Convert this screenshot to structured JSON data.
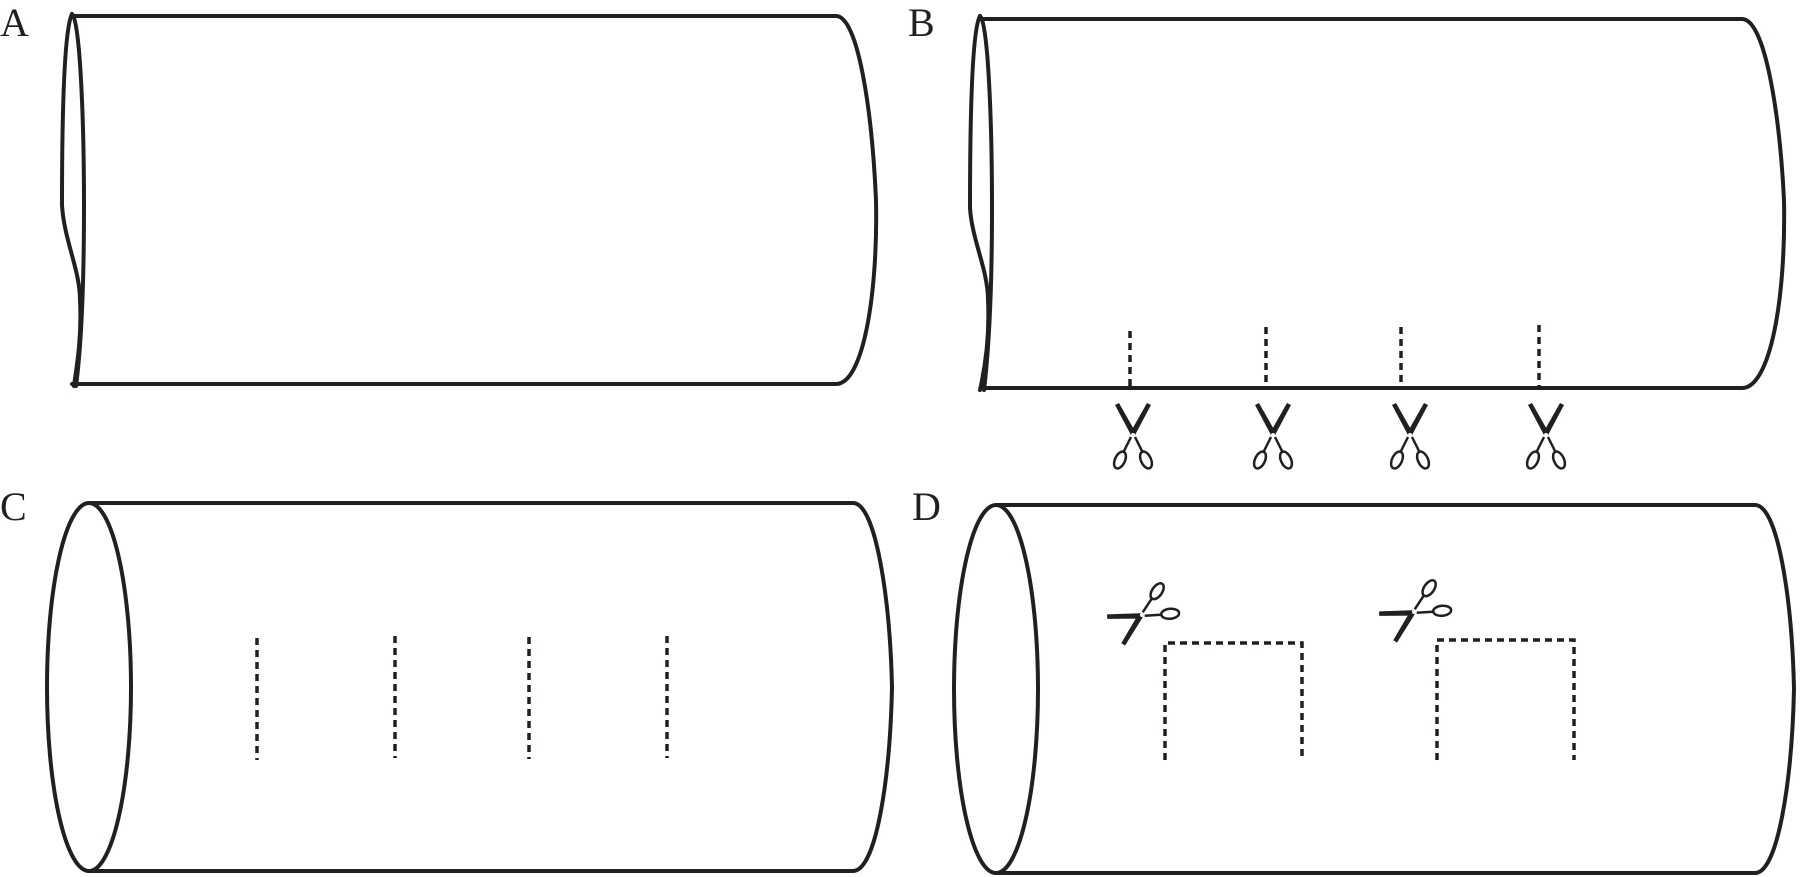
{
  "panels": [
    {
      "id": "A",
      "label": "A",
      "form": "flat-sheet",
      "cuts": []
    },
    {
      "id": "B",
      "label": "B",
      "form": "flat-sheet",
      "cuts": [
        "edge-slit",
        "edge-slit",
        "edge-slit",
        "edge-slit"
      ],
      "scissors": 4
    },
    {
      "id": "C",
      "label": "C",
      "form": "tube",
      "cuts": [
        "slit",
        "slit",
        "slit",
        "slit"
      ]
    },
    {
      "id": "D",
      "label": "D",
      "form": "tube",
      "cuts": [
        "flap",
        "flap"
      ],
      "scissors": 2
    }
  ],
  "colors": {
    "line": "#231f20",
    "background": "#ffffff"
  },
  "icons": [
    "scissors-icon"
  ]
}
